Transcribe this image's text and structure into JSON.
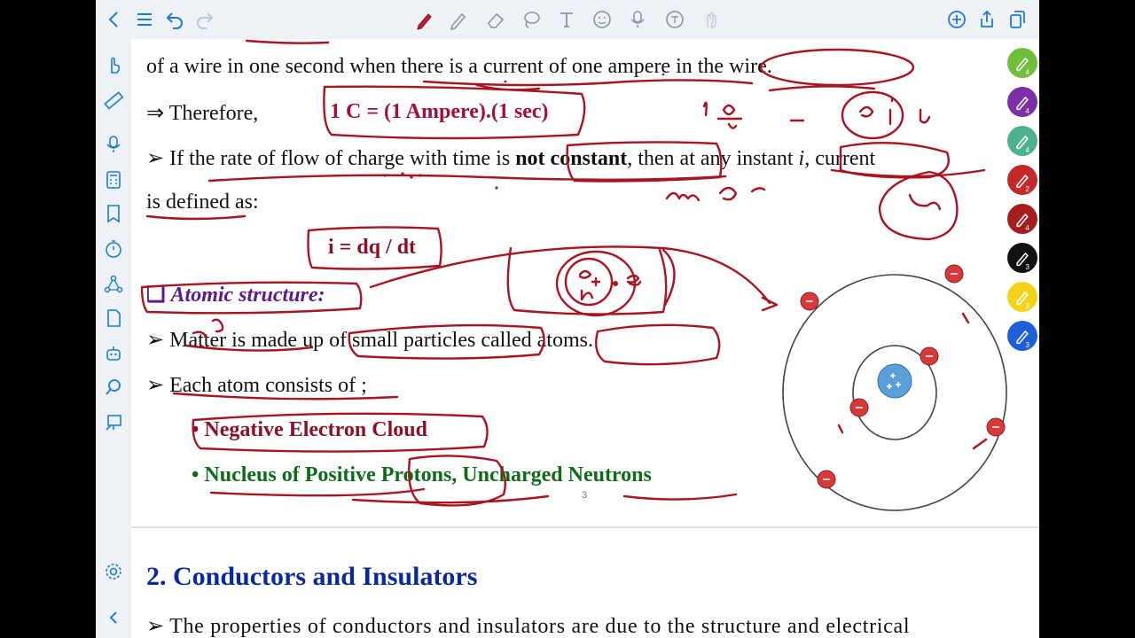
{
  "toolbar": {
    "left_icons": [
      "back-chevron",
      "list",
      "undo",
      "redo"
    ],
    "center_icons": [
      "pen",
      "highlighter",
      "eraser",
      "lasso",
      "text",
      "sticker",
      "microphone",
      "translate",
      "hand"
    ],
    "right_icons": [
      "add",
      "share",
      "pages"
    ]
  },
  "sidebar": {
    "icons": [
      "hand-pointer",
      "ruler",
      "microphone",
      "calculator",
      "bookmark",
      "timer",
      "share-network",
      "document",
      "robot",
      "search",
      "presentation",
      "settings",
      "collapse-chevron"
    ]
  },
  "pens": {
    "items": [
      {
        "color": "#6fbf3c",
        "num": "4"
      },
      {
        "color": "#7d2fa6",
        "num": "4"
      },
      {
        "color": "#4fb08e",
        "num": "4"
      },
      {
        "color": "#c22a2a",
        "num": "2"
      },
      {
        "color": "#a51d1d",
        "num": "4"
      },
      {
        "color": "#111111",
        "num": "3"
      },
      {
        "color": "#f2d21a",
        "num": "3"
      },
      {
        "color": "#1e5fd8",
        "num": "3"
      }
    ]
  },
  "page1": {
    "line1": "of a wire in one second  when there is a current of one ampere in the wire.",
    "therefore_arrow": "⇒",
    "therefore": "Therefore,",
    "coulomb_eq": "1 C = (1 Ampere).(1 sec)",
    "bullet": "➢",
    "rate_text_a": "If the rate of flow of charge with time is ",
    "rate_text_bold": "not constant",
    "rate_text_b": ", then at any instant ",
    "rate_text_i": "i",
    "rate_text_c": ", current",
    "defined": "is defined as:",
    "current_eq": "i = dq / dt",
    "atomic_box": "❑",
    "atomic_heading": "Atomic structure:",
    "matter": "Matter is made up of small particles called atoms.",
    "each_atom": "Each atom consists of ;",
    "dot": "•",
    "electron_cloud": "Negative Electron Cloud",
    "nucleus": "Nucleus of Positive Protons, Uncharged Neutrons",
    "page_number": "3"
  },
  "page2": {
    "heading": "2. Conductors and Insulators",
    "bullet": "➢",
    "text": "The properties of conductors and insulators are due to the structure and electrical"
  },
  "atom": {
    "electron_sign": "−",
    "nucleus_signs": "+ +"
  }
}
